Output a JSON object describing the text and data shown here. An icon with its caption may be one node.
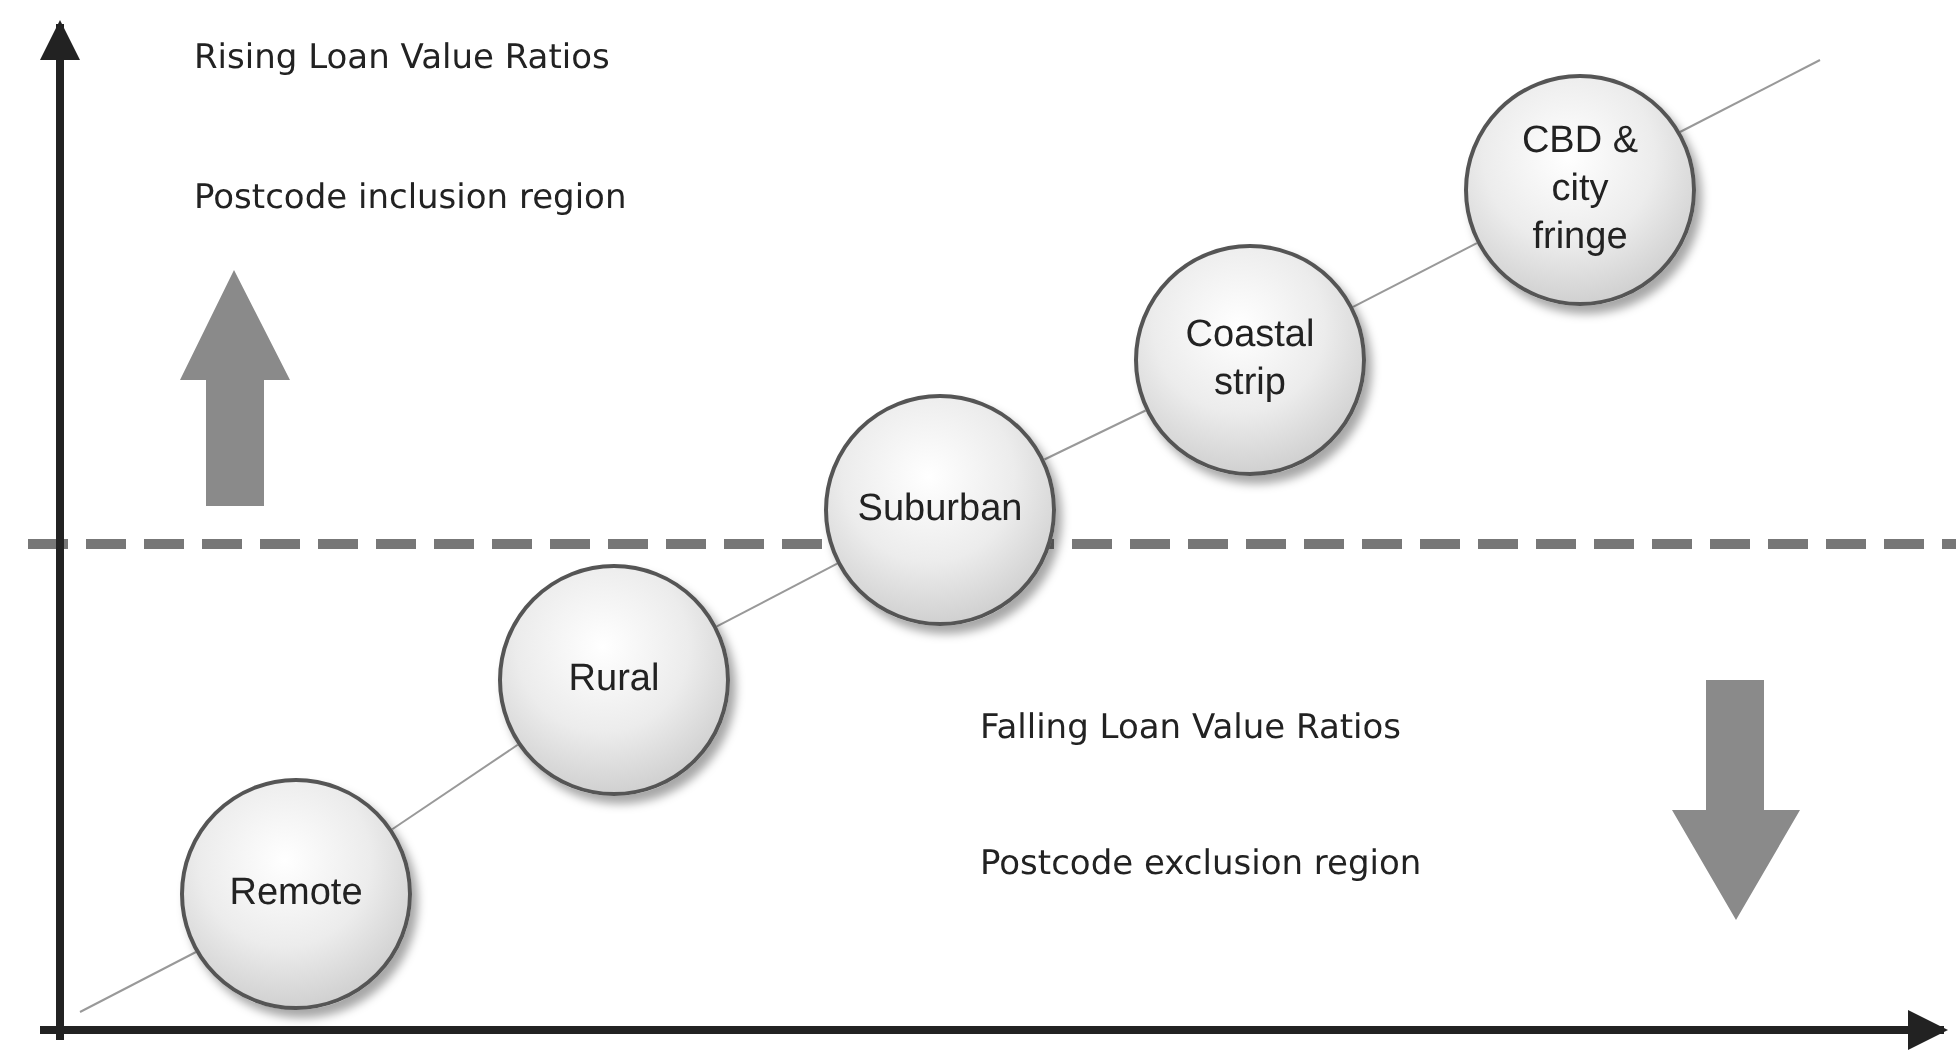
{
  "diagram": {
    "nodes": [
      {
        "text": [
          "Remote"
        ]
      },
      {
        "text": [
          "Rural"
        ]
      },
      {
        "text": [
          "Suburban"
        ]
      },
      {
        "text": [
          "Coastal strip"
        ]
      },
      {
        "text": [
          "CBD & city fringe"
        ]
      }
    ],
    "edges": [
      {
        "from": 0,
        "to": 1,
        "arrow": "none"
      },
      {
        "from": 1,
        "to": 2,
        "arrow": "none"
      },
      {
        "from": 2,
        "to": 3,
        "arrow": "none"
      },
      {
        "from": 3,
        "to": 4,
        "arrow": "none"
      }
    ],
    "labels": [
      "Rising Loan Value Ratios",
      "Postcode inclusion region",
      "Falling Loan Value Ratios",
      "Postcode exclusion region"
    ]
  }
}
